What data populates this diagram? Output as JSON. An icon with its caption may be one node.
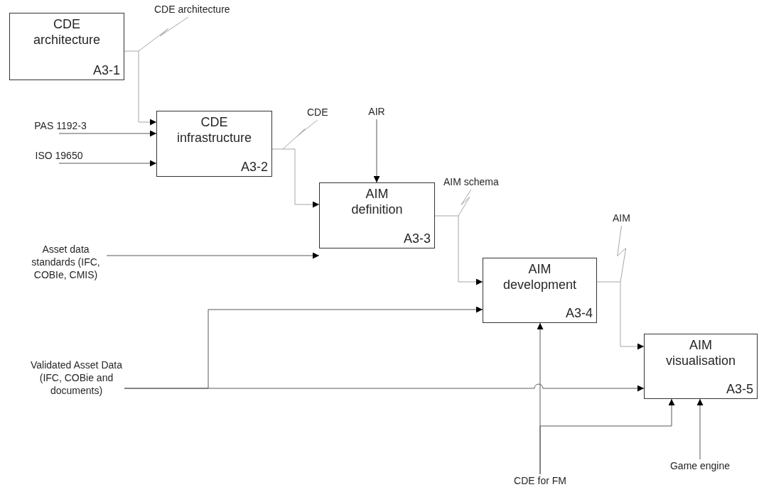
{
  "diagram": {
    "nodes": [
      {
        "text": [
          "CDE architecture",
          "A3-1"
        ]
      },
      {
        "text": [
          "CDE infrastructure",
          "A3-2"
        ]
      },
      {
        "text": [
          "AIM definition",
          "A3-3"
        ]
      },
      {
        "text": [
          "AIM development",
          "A3-4"
        ]
      },
      {
        "text": [
          "AIM visualisation",
          "A3-5"
        ]
      },
      {
        "text": [
          "PAS 1192-3"
        ]
      },
      {
        "text": [
          "ISO 19650"
        ]
      },
      {
        "text": [
          "AIR"
        ]
      },
      {
        "text": [
          "Asset data standards (IFC, COBIe, CMIS)"
        ]
      },
      {
        "text": [
          "Validated Asset Data (IFC, COBie and documents)"
        ]
      },
      {
        "text": [
          "CDE for FM"
        ]
      },
      {
        "text": [
          "Game engine"
        ]
      }
    ],
    "edges": [
      {
        "from": 0,
        "to": 1,
        "arrow": "to",
        "label": "CDE architecture",
        "color": "#a6a6a6"
      },
      {
        "from": 1,
        "to": 2,
        "arrow": "to",
        "label": "CDE",
        "color": "#a6a6a6"
      },
      {
        "from": 2,
        "to": 3,
        "arrow": "to",
        "label": "AIM schema",
        "color": "#a6a6a6"
      },
      {
        "from": 3,
        "to": 4,
        "arrow": "to",
        "label": "AIM",
        "color": "#a6a6a6"
      },
      {
        "from": 5,
        "to": 1,
        "arrow": "to"
      },
      {
        "from": 6,
        "to": 1,
        "arrow": "to"
      },
      {
        "from": 7,
        "to": 2,
        "arrow": "to"
      },
      {
        "from": 8,
        "to": 2,
        "arrow": "to"
      },
      {
        "from": 9,
        "to": 3,
        "arrow": "to"
      },
      {
        "from": 9,
        "to": 4,
        "arrow": "to"
      },
      {
        "from": 10,
        "to": 3,
        "arrow": "to"
      },
      {
        "from": 10,
        "to": 4,
        "arrow": "to"
      },
      {
        "from": 11,
        "to": 4,
        "arrow": "to"
      }
    ]
  }
}
